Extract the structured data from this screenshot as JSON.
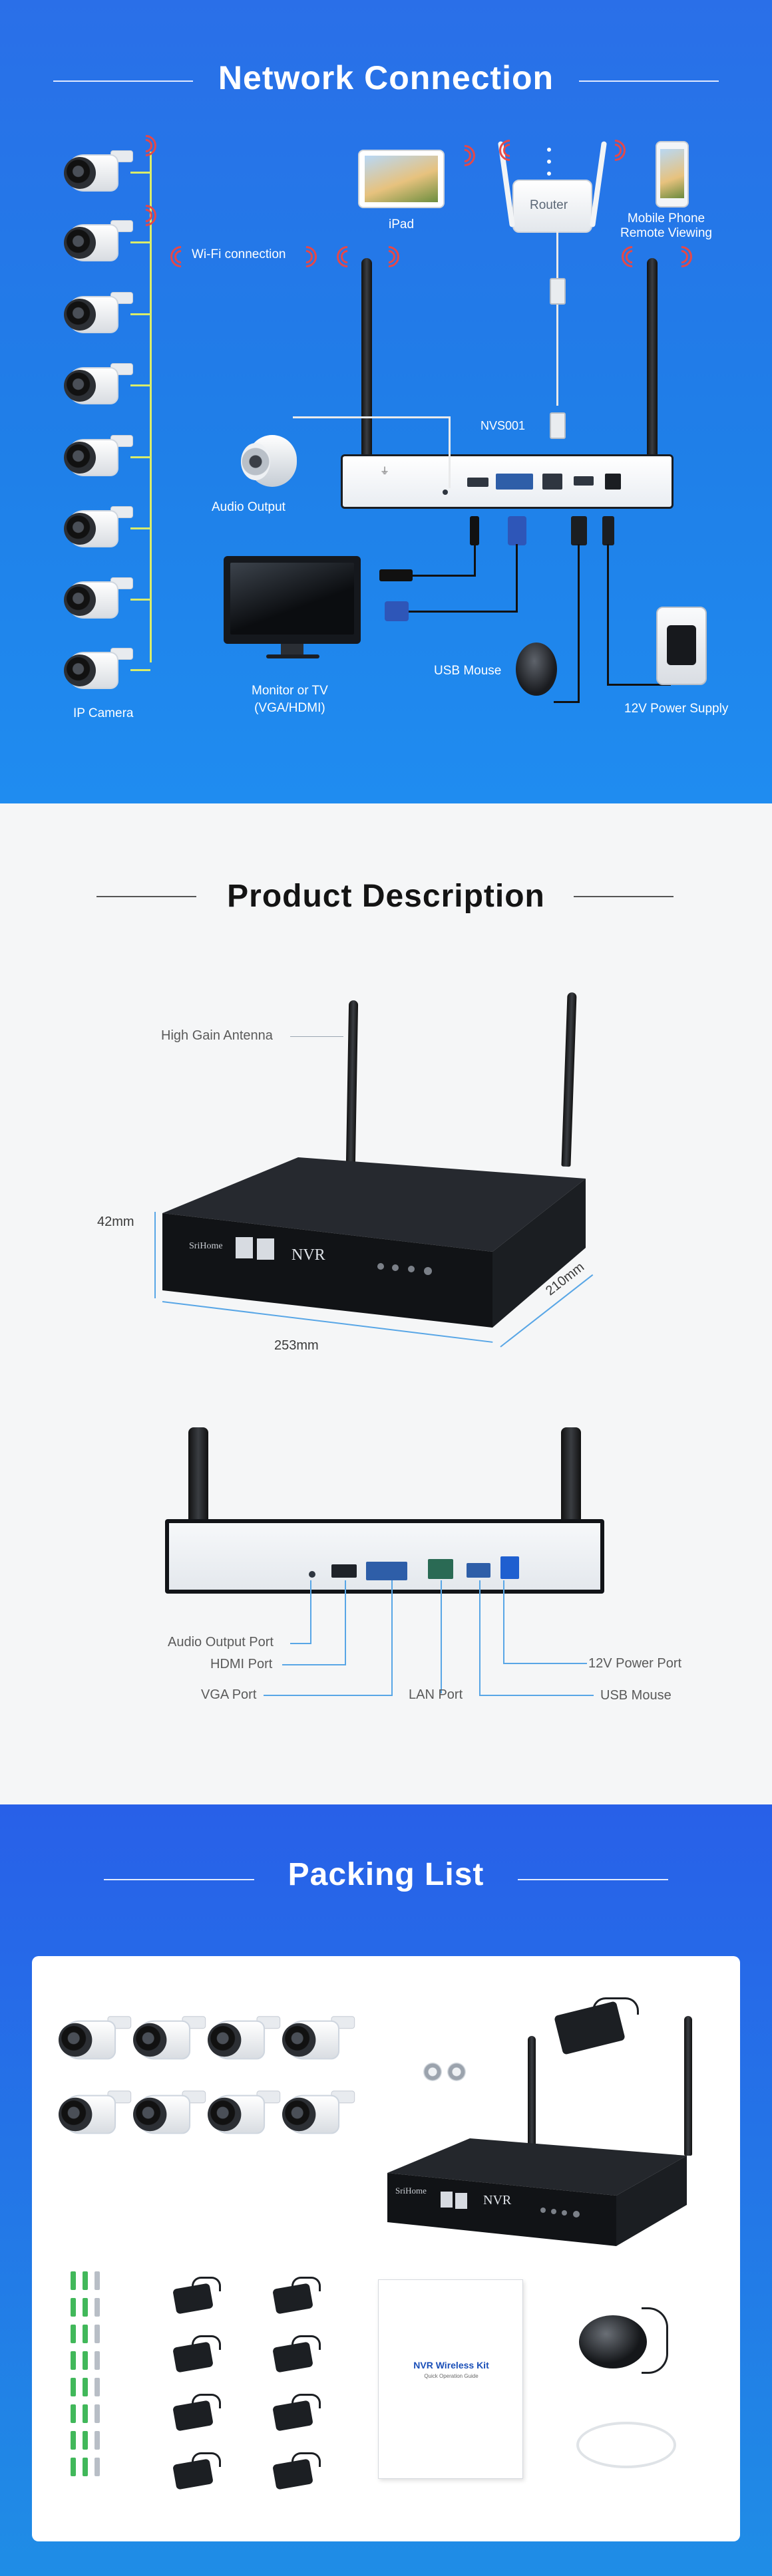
{
  "network": {
    "title": "Network Connection",
    "labels": {
      "ipad": "iPad",
      "router": "Router",
      "mobile": "Mobile Phone\nRemote Viewing",
      "wifi": "Wi-Fi connection",
      "nvr_model": "NVS001",
      "audio_output": "Audio Output",
      "monitor": "Monitor or TV\n(VGA/HDMI)",
      "usb_mouse": "USB Mouse",
      "power": "12V Power Supply",
      "ip_camera": "IP Camera"
    },
    "camera_count": 8,
    "colors": {
      "background": "#2a6fe8",
      "wifi_waves": "#e64848",
      "lines": "#d9ec6a"
    }
  },
  "product": {
    "title": "Product Description",
    "front": {
      "antenna": "High Gain Antenna",
      "height": "42mm",
      "width": "253mm",
      "depth": "210mm",
      "brand": "SriHome",
      "face_label": "NVR"
    },
    "rear_ports": {
      "audio": "Audio Output Port",
      "hdmi": "HDMI Port",
      "vga": "VGA Port",
      "lan": "LAN Port",
      "power": "12V Power Port",
      "usb": "USB Mouse"
    }
  },
  "packing": {
    "title": "Packing List",
    "brand": "SriHome",
    "nvr_face": "NVR",
    "manual_title": "NVR Wireless Kit",
    "manual_subtitle": "Quick Operation Guide",
    "camera_count": 8,
    "adapter_count": 8
  }
}
